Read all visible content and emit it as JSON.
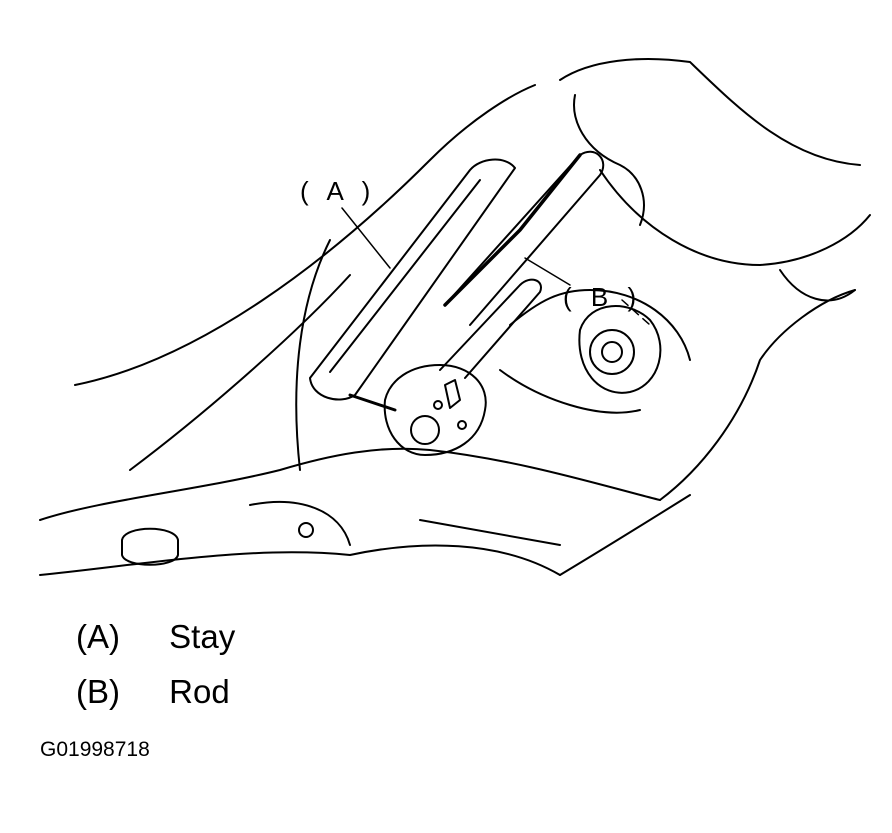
{
  "callouts": {
    "a": "( A )",
    "b": "( B )"
  },
  "legend": [
    {
      "key": "(A)",
      "label": "Stay"
    },
    {
      "key": "(B)",
      "label": "Rod"
    }
  ],
  "figure_id": "G01998718",
  "colors": {
    "line": "#000000",
    "background": "#ffffff"
  }
}
